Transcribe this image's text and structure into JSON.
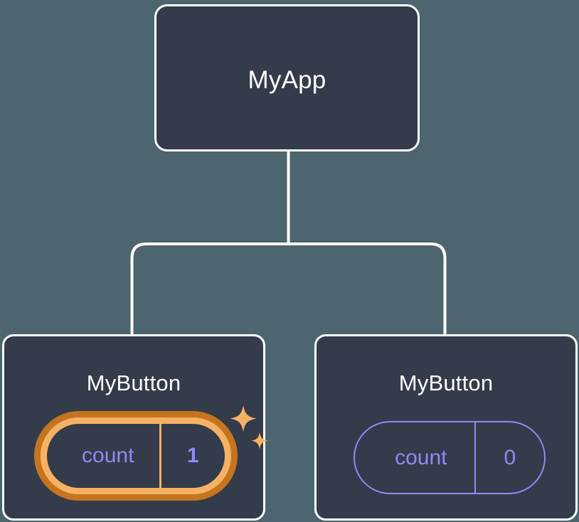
{
  "diagram": {
    "type": "component-tree",
    "background_color": "#4c656e",
    "card_fill_color": "#343b4a",
    "card_border_color": "#ffffff",
    "connector_color": "#ffffff",
    "state_text_color": "#8b8cf7",
    "highlight_outer_color": "#c4751d",
    "highlight_inner_color": "#f6b264",
    "root": {
      "title": "MyApp"
    },
    "children": [
      {
        "title": "MyButton",
        "state": {
          "key": "count",
          "value": "1"
        },
        "highlighted": true,
        "sparkle_icons": [
          "sparkle-large-icon",
          "sparkle-small-icon"
        ]
      },
      {
        "title": "MyButton",
        "state": {
          "key": "count",
          "value": "0"
        },
        "highlighted": false,
        "sparkle_icons": []
      }
    ]
  }
}
